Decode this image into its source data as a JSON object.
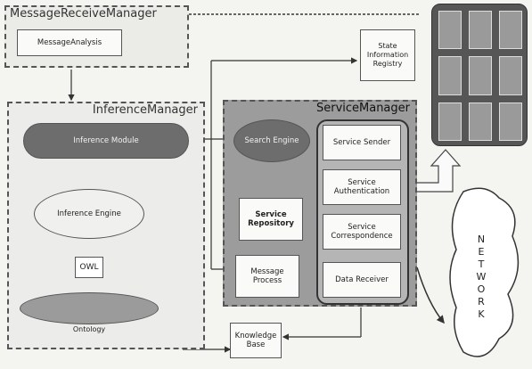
{
  "message_receive_manager": {
    "title": "MessageReceiveManager",
    "message_analysis": "MessageAnalysis"
  },
  "inference_manager": {
    "title": "InferenceManager",
    "inference_module": "Inference Module",
    "inference_engine": "Inference Engine",
    "owl": "OWL",
    "ontology": "Ontology"
  },
  "service_manager": {
    "title": "ServiceManager",
    "search_engine": "Search Engine",
    "service_repository": "Service Repository",
    "message_process": "Message Process",
    "service_sender": "Service Sender",
    "service_authentication": "Service Authentication",
    "service_correspondence": "Service Correspondence",
    "data_receiver": "Data Receiver"
  },
  "state_information_registry": "State Information Registry",
  "knowledge_base": "Knowledge Base",
  "network_letters": [
    "N",
    "E",
    "T",
    "W",
    "O",
    "R",
    "K"
  ]
}
